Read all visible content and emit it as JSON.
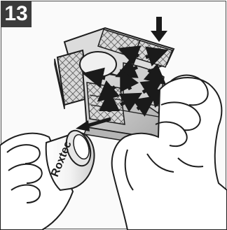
{
  "step": {
    "number": "13"
  },
  "labels": {
    "brand": "Roxtec"
  },
  "colors": {
    "badge": "#3c3c3c",
    "outline": "#1e1e1e",
    "module": "#c8c8c8",
    "hatch": "#8a8a8a",
    "arrow": "#1a1a1a"
  },
  "icons": {
    "arrows": "direction-arrow",
    "compress": "push-down-arrow"
  }
}
